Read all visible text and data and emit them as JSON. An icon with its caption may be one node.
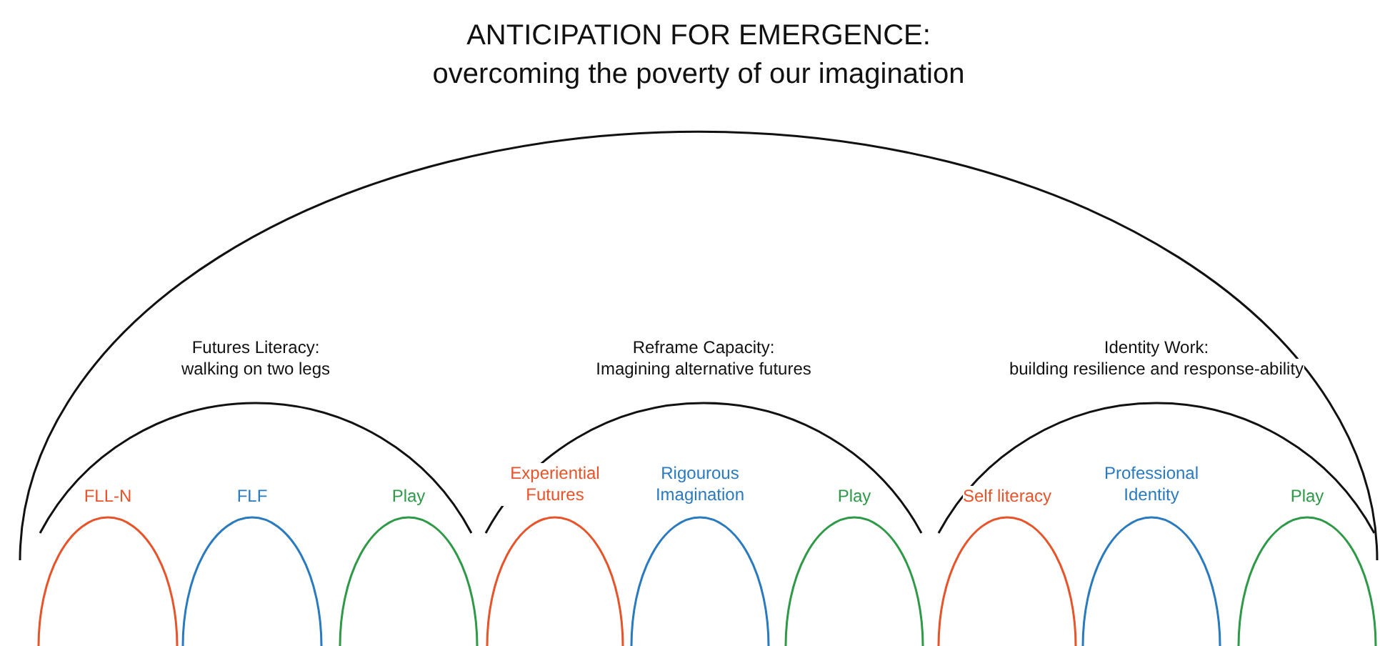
{
  "diagram": {
    "nodes": [
      {
        "text": [
          "ANTICIPATION FOR EMERGENCE:",
          "overcoming the poverty of our imagination"
        ]
      },
      {
        "text": [
          "Futures Literacy:",
          "walking on two legs"
        ],
        "in": 0
      },
      {
        "text": [
          "Reframe Capacity:",
          "Imagining alternative futures"
        ],
        "in": 0
      },
      {
        "text": [
          "Identity Work:",
          "building resilience and response-ability"
        ],
        "in": 0
      },
      {
        "text": [
          "FLL-N"
        ]
      },
      {
        "text": [
          "FLF"
        ]
      },
      {
        "text": [
          "Play"
        ]
      },
      {
        "text": [
          "Experiential Futures"
        ]
      },
      {
        "text": [
          "Rigourous Imagination"
        ]
      },
      {
        "text": [
          "Play"
        ]
      },
      {
        "text": [
          "Self literacy"
        ]
      },
      {
        "text": [
          "Professional Identity"
        ]
      },
      {
        "text": [
          "Play"
        ]
      }
    ]
  }
}
